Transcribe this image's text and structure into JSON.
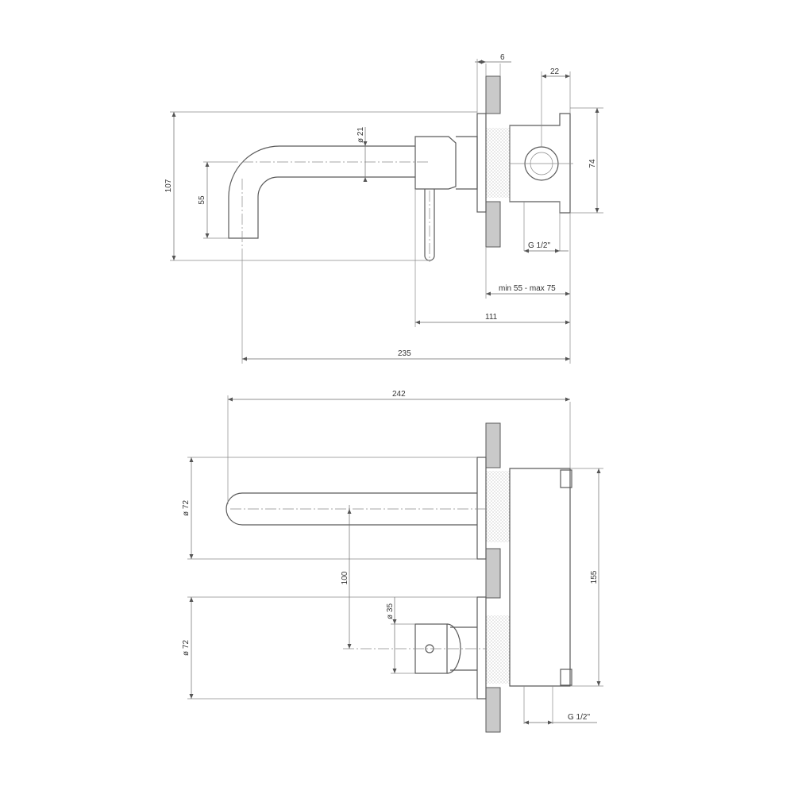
{
  "side_view": {
    "dims": {
      "wall_thickness": "6",
      "box_offset": "22",
      "body_height": "74",
      "spout_diameter": "ø 21",
      "total_height": "107",
      "spout_drop": "55",
      "thread": "G 1/2\"",
      "install_depth": "min 55 - max 75",
      "handle_reach": "111",
      "spout_reach": "235"
    }
  },
  "front_view": {
    "dims": {
      "overall_width": "242",
      "plate_top": "ø 72",
      "axis_distance": "100",
      "handle_diameter": "ø 35",
      "plate_bottom": "ø 72",
      "body_height": "155",
      "thread": "G 1/2\""
    }
  }
}
